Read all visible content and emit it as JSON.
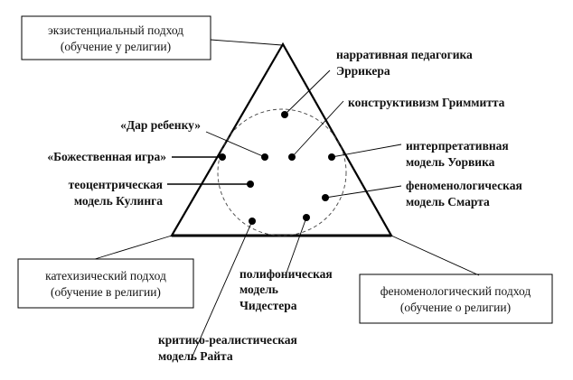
{
  "corners": {
    "top": {
      "line1": "экзистенциальный подход",
      "line2": "(обучение у религии)"
    },
    "bottom_left": {
      "line1": "катехизический подход",
      "line2": "(обучение в религии)"
    },
    "bottom_right": {
      "line1": "феноменологический подход",
      "line2": "(обучение о религии)"
    }
  },
  "models": {
    "narrative": {
      "line1": "нарративная педагогика",
      "line2": "Эррикера"
    },
    "constructivism": {
      "line1": "конструктивизм Гриммитта"
    },
    "gift": {
      "line1": "«Дар ребенку»"
    },
    "godly_play": {
      "line1": "«Божественная игра»"
    },
    "interpretive": {
      "line1": "интерпретативная",
      "line2": "модель Уорвика"
    },
    "theocentric": {
      "line1": "теоцентрическая",
      "line2": "модель Кулинга"
    },
    "phenomenological": {
      "line1": "феноменологическая",
      "line2": "модель Смарта"
    },
    "polyphonic": {
      "line1": "полифоническая",
      "line2": "модель",
      "line3": "Чидестера"
    },
    "critical_realist": {
      "line1": "критико-реалистическая",
      "line2": "модель Райта"
    }
  }
}
